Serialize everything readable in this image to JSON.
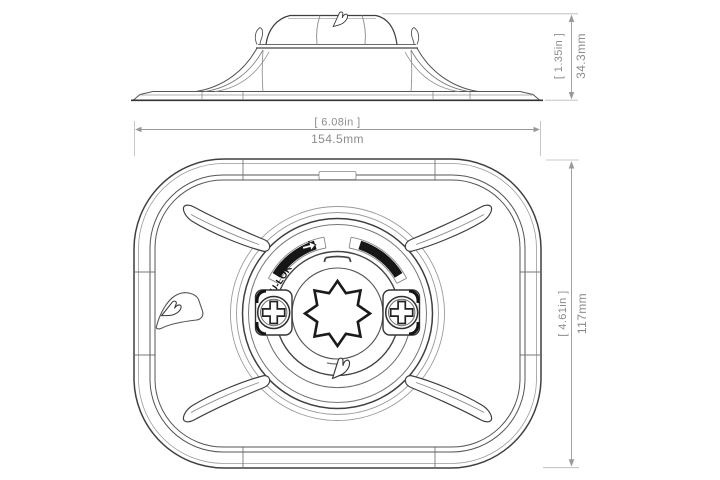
{
  "page": {
    "background": "#ffffff",
    "colors": {
      "outline": "#3f3f3f",
      "medium_line": "#6a6a6a",
      "light_line": "#9a9a9a",
      "dimension_line": "#999999",
      "dimension_text": "#8c8c8c",
      "black_fill": "#161616"
    }
  },
  "side_view": {
    "name": "Side profile view of mount base",
    "height_dim": {
      "inches": "[ 1.35in ]",
      "mm": "34.3mm"
    }
  },
  "plan_view": {
    "name": "Top plan view of mount base",
    "width_dim": {
      "inches": "[ 6.08in ]",
      "mm": "154.5mm"
    },
    "height_dim": {
      "inches": "[ 4.61in ]",
      "mm": "117mm"
    },
    "ulok": "U-LOK",
    "icons": {
      "brand_logo": "railblaza-swoosh-logo",
      "unlock_arrow": "rotate-to-unlock-arrow",
      "screws": "phillips-screw",
      "socket": "eight-point-star-socket"
    }
  }
}
